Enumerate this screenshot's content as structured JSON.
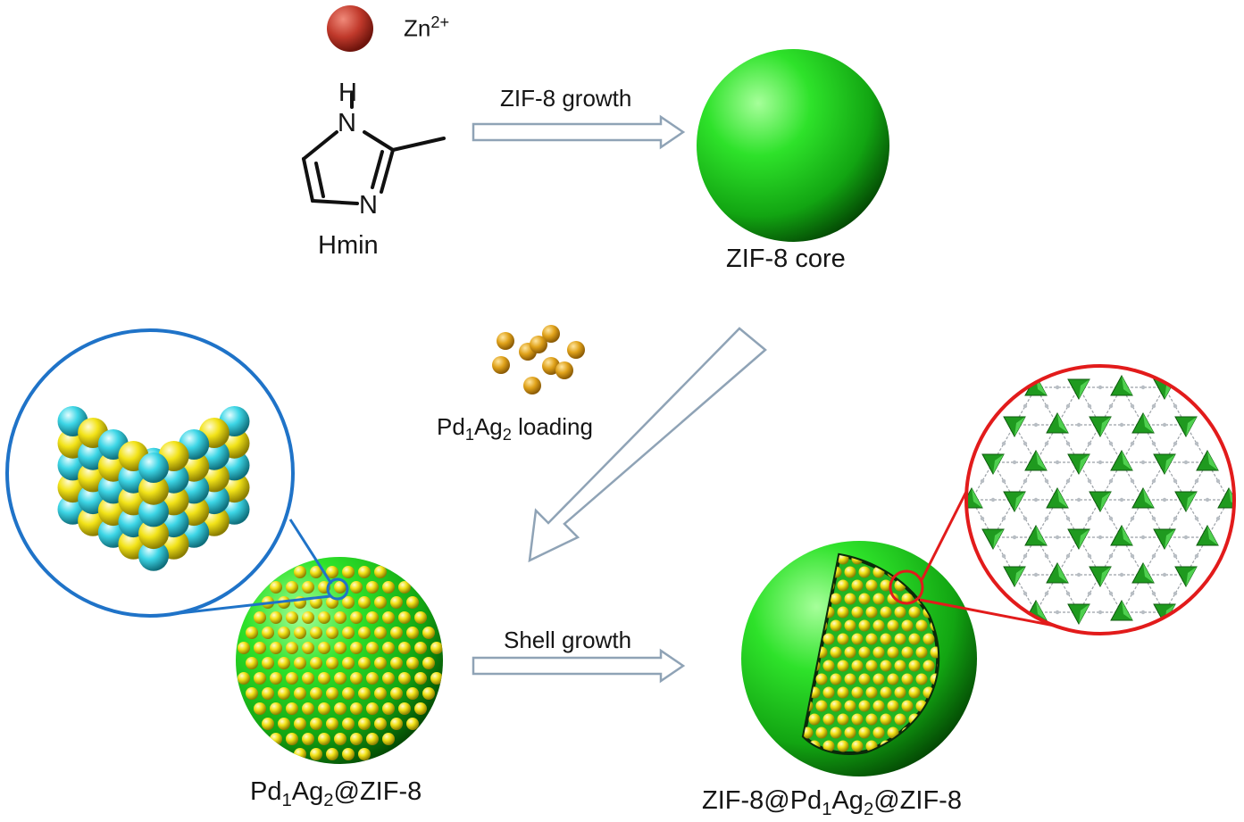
{
  "reagents": {
    "zn_label": {
      "pre": "Zn",
      "sup": "2+",
      "post": ""
    },
    "ligand_name": "Hmin",
    "ligand_atoms": {
      "h": "H",
      "n1": "N",
      "n2": "N"
    }
  },
  "steps": {
    "core_growth": "ZIF-8 growth",
    "loading": {
      "pre": "Pd",
      "sub1": "1",
      "mid": "Ag",
      "sub2": "2",
      "post": " loading"
    },
    "shell_growth": "Shell growth"
  },
  "products": {
    "core": "ZIF-8 core",
    "loaded": {
      "pre": "Pd",
      "sub1": "1",
      "mid": "Ag",
      "sub2": "2",
      "post": "@ZIF-8"
    },
    "core_shell": {
      "pre": "ZIF-8@Pd",
      "sub1": "1",
      "mid": "Ag",
      "sub2": "2",
      "post": "@ZIF-8"
    }
  },
  "colors": {
    "zn_ion": "#c0392b",
    "zif8": "#1fd21f",
    "nanoparticle": "#f2e318",
    "pd_atom": "#3dd6e6",
    "loading_particle": "#e0a21a",
    "zoom_blue": "#1f73c8",
    "zoom_red": "#e21b1b",
    "arrow_outline": "#8fa3b6"
  }
}
